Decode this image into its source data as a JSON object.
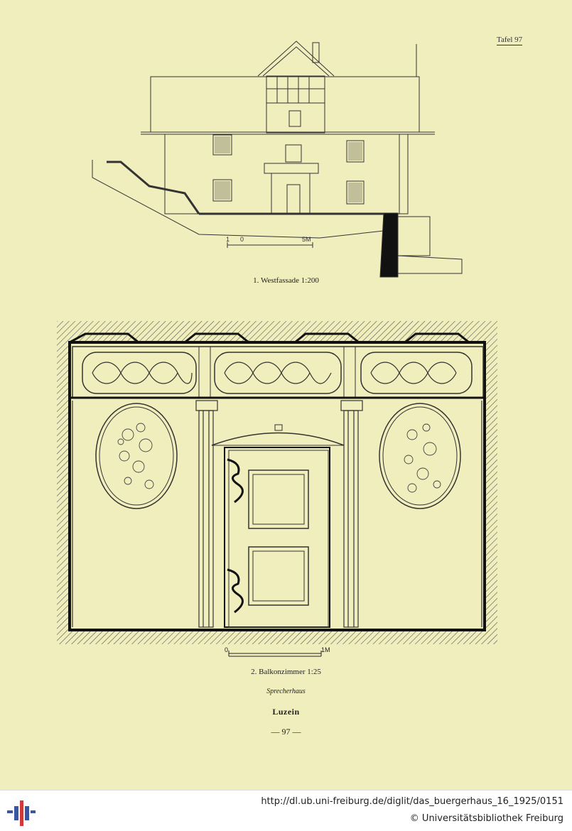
{
  "plate": {
    "label": "Tafel 97"
  },
  "figure1": {
    "caption": "1. Westfassade 1:200",
    "scale_labels": [
      "1",
      "0",
      "5M"
    ]
  },
  "figure2": {
    "caption": "2. Balkonzimmer 1:25",
    "scale_labels": [
      "0",
      "1M"
    ]
  },
  "house_name": "Sprecherhaus",
  "place_name": "Luzein",
  "page_number": "— 97 —",
  "footer": {
    "url": "http://dl.ub.uni-freiburg.de/diglit/das_buergerhaus_16_1925/0151",
    "copyright": "© Universitätsbibliothek Freiburg"
  },
  "colors": {
    "paper": "#f1eebd",
    "ink": "#222222",
    "logo_blue": "#3a55a4",
    "logo_red": "#d23a3a"
  }
}
